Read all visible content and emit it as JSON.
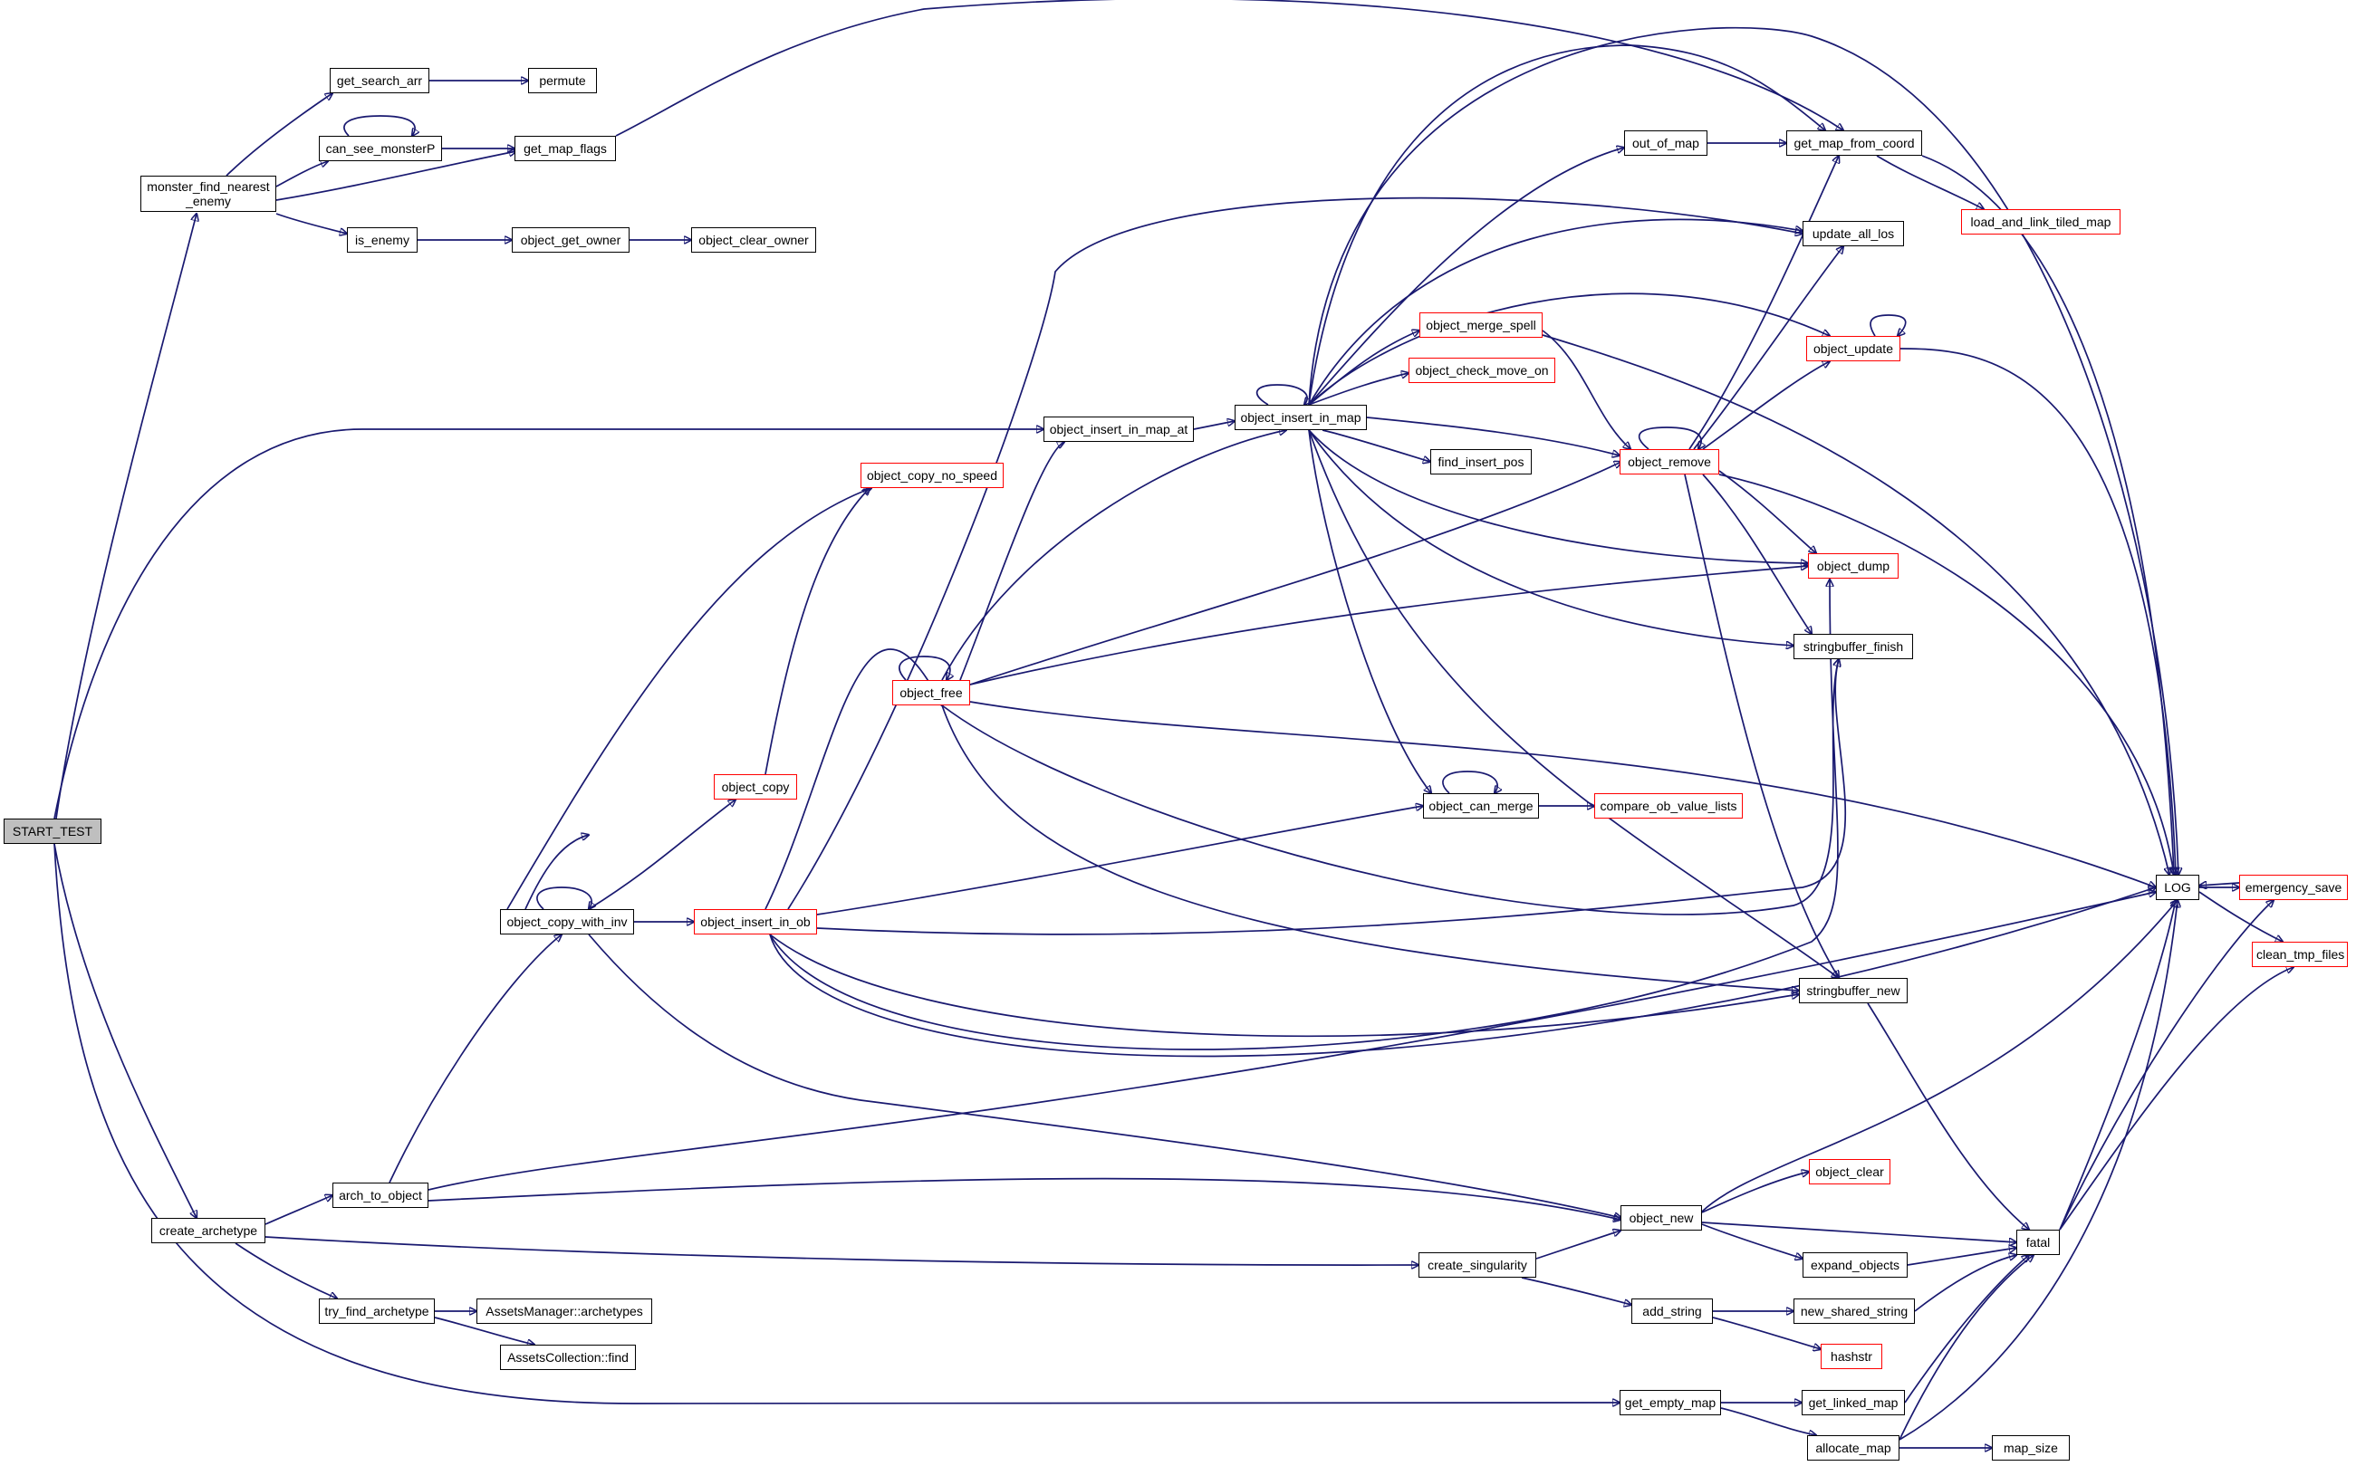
{
  "colors": {
    "edge": "#191970",
    "node_border": "#000000",
    "node_truncated_border": "#ff0000",
    "root_fill": "#bfbfbf"
  },
  "nodes": [
    {
      "id": "start_test",
      "label": "START_TEST",
      "root": true
    },
    {
      "id": "monster_find",
      "label": "monster_find_nearest\n_enemy"
    },
    {
      "id": "get_search_arr",
      "label": "get_search_arr"
    },
    {
      "id": "permute",
      "label": "permute"
    },
    {
      "id": "can_see_monsterP",
      "label": "can_see_monsterP"
    },
    {
      "id": "get_map_flags",
      "label": "get_map_flags"
    },
    {
      "id": "is_enemy",
      "label": "is_enemy"
    },
    {
      "id": "object_get_owner",
      "label": "object_get_owner"
    },
    {
      "id": "object_clear_owner",
      "label": "object_clear_owner"
    },
    {
      "id": "object_insert_in_map_at",
      "label": "object_insert_in_map_at"
    },
    {
      "id": "object_insert_in_map",
      "label": "object_insert_in_map"
    },
    {
      "id": "out_of_map",
      "label": "out_of_map"
    },
    {
      "id": "get_map_from_coord",
      "label": "get_map_from_coord"
    },
    {
      "id": "load_and_link_tiled_map",
      "label": "load_and_link_tiled_map",
      "red": true
    },
    {
      "id": "update_all_los",
      "label": "update_all_los"
    },
    {
      "id": "object_merge_spell",
      "label": "object_merge_spell",
      "red": true
    },
    {
      "id": "object_check_move_on",
      "label": "object_check_move_on",
      "red": true
    },
    {
      "id": "object_update",
      "label": "object_update",
      "red": true
    },
    {
      "id": "find_insert_pos",
      "label": "find_insert_pos"
    },
    {
      "id": "object_remove",
      "label": "object_remove",
      "red": true
    },
    {
      "id": "object_copy_no_speed",
      "label": "object_copy_no_speed",
      "red": true
    },
    {
      "id": "object_dump",
      "label": "object_dump",
      "red": true
    },
    {
      "id": "stringbuffer_finish",
      "label": "stringbuffer_finish"
    },
    {
      "id": "object_free",
      "label": "object_free",
      "red": true
    },
    {
      "id": "object_copy",
      "label": "object_copy",
      "red": true
    },
    {
      "id": "object_can_merge",
      "label": "object_can_merge"
    },
    {
      "id": "compare_ob_value_lists",
      "label": "compare_ob_value_lists",
      "red": true
    },
    {
      "id": "log",
      "label": "LOG"
    },
    {
      "id": "emergency_save",
      "label": "emergency_save",
      "red": true
    },
    {
      "id": "object_copy_with_inv",
      "label": "object_copy_with_inv"
    },
    {
      "id": "object_insert_in_ob",
      "label": "object_insert_in_ob",
      "red": true
    },
    {
      "id": "clean_tmp_files",
      "label": "clean_tmp_files",
      "red": true
    },
    {
      "id": "stringbuffer_new",
      "label": "stringbuffer_new"
    },
    {
      "id": "object_clear",
      "label": "object_clear",
      "red": true
    },
    {
      "id": "arch_to_object",
      "label": "arch_to_object"
    },
    {
      "id": "object_new",
      "label": "object_new"
    },
    {
      "id": "create_archetype",
      "label": "create_archetype"
    },
    {
      "id": "fatal",
      "label": "fatal"
    },
    {
      "id": "expand_objects",
      "label": "expand_objects"
    },
    {
      "id": "create_singularity",
      "label": "create_singularity"
    },
    {
      "id": "try_find_archetype",
      "label": "try_find_archetype"
    },
    {
      "id": "assets_manager_archetypes",
      "label": "AssetsManager::archetypes"
    },
    {
      "id": "add_string",
      "label": "add_string"
    },
    {
      "id": "new_shared_string",
      "label": "new_shared_string"
    },
    {
      "id": "hashstr",
      "label": "hashstr",
      "red": true
    },
    {
      "id": "assets_collection_find",
      "label": "AssetsCollection::find"
    },
    {
      "id": "get_empty_map",
      "label": "get_empty_map"
    },
    {
      "id": "get_linked_map",
      "label": "get_linked_map"
    },
    {
      "id": "allocate_map",
      "label": "allocate_map"
    },
    {
      "id": "map_size",
      "label": "map_size"
    }
  ]
}
